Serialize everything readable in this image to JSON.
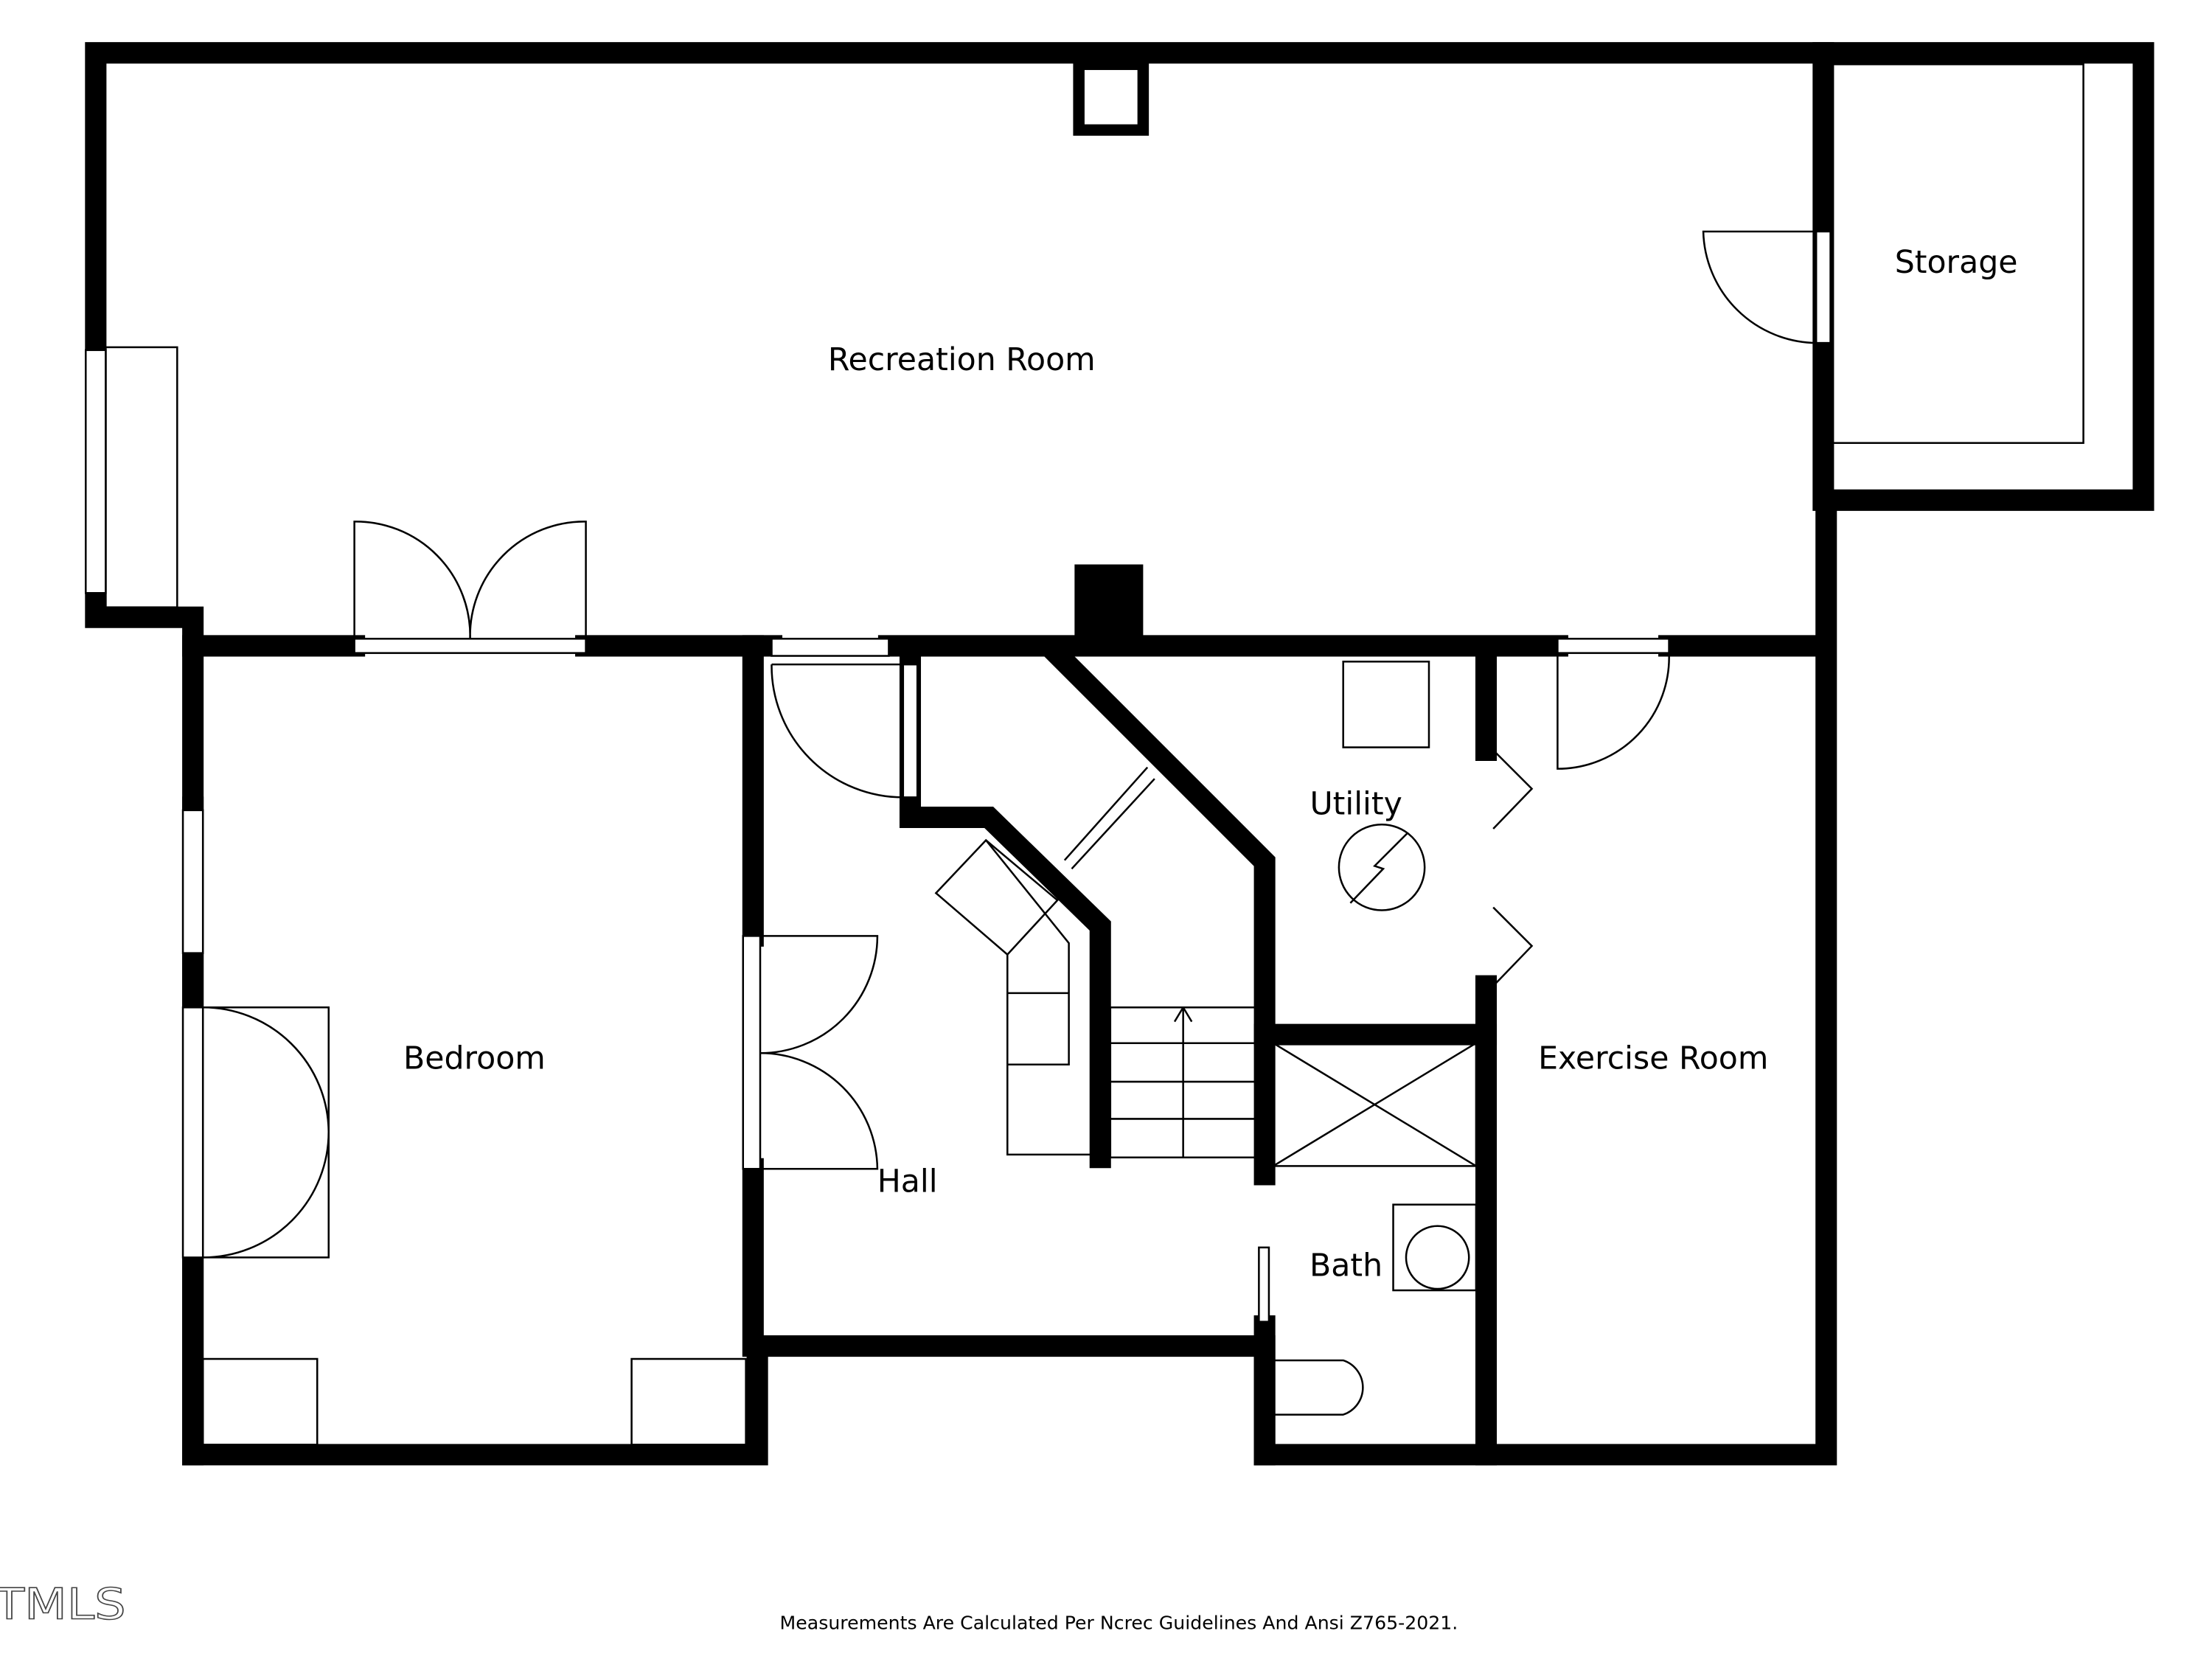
{
  "rooms": {
    "recreation": "Recreation Room",
    "storage": "Storage",
    "bedroom": "Bedroom",
    "hall": "Hall",
    "utility": "Utility",
    "exercise": "Exercise Room",
    "bath": "Bath"
  },
  "footer": "Measurements Are Calculated Per Ncrec Guidelines And Ansi Z765-2021.",
  "logo": "TMLS"
}
